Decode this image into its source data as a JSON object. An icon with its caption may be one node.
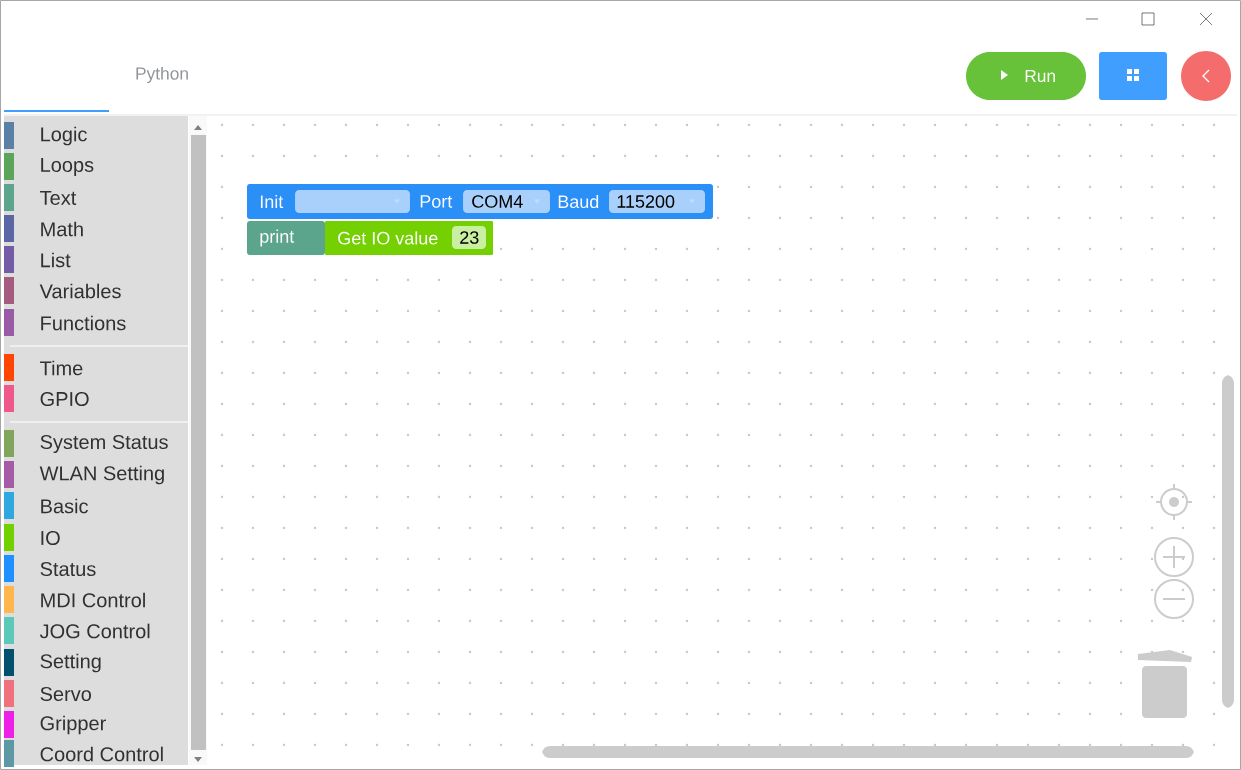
{
  "diagram": {
    "nodes": [
      {
        "text": [
          "Init",
          "Port",
          "Baud"
        ]
      },
      {
        "text": [],
        "shape": "box",
        "in": 0
      },
      {
        "text": [
          "COM4"
        ],
        "in": 0
      },
      {
        "text": [
          "115200"
        ],
        "in": 0
      },
      {
        "text": [
          "print"
        ]
      },
      {
        "text": [
          "Get IO value"
        ]
      },
      {
        "text": [
          "23"
        ],
        "in": 5
      },
      {
        "text": [
          "Run"
        ]
      },
      {
        "text": [],
        "shape": "box"
      },
      {
        "text": [],
        "shape": "circle"
      }
    ],
    "labels": [
      "Python"
    ],
    "legend": [
      {
        "text": "Logic",
        "color": "#5b80a5"
      },
      {
        "text": "Loops",
        "color": "#5ba55b"
      },
      {
        "text": "Text",
        "color": "#5ba58c"
      },
      {
        "text": "Math",
        "color": "#5b67a5"
      },
      {
        "text": "List",
        "color": "#745ba5"
      },
      {
        "text": "Variables",
        "color": "#a55b80"
      },
      {
        "text": "Functions",
        "color": "#995ba5"
      },
      {
        "text": "Time",
        "color": "#ff4500"
      },
      {
        "text": "GPIO",
        "color": "#f0588c"
      },
      {
        "text": "System Status",
        "color": "#80a55b"
      },
      {
        "text": "WLAN Setting",
        "color": "#a55ba5"
      },
      {
        "text": "Basic",
        "color": "#2fa8e0"
      },
      {
        "text": "IO",
        "color": "#70d000"
      },
      {
        "text": "Status",
        "color": "#1e90ff"
      },
      {
        "text": "MDI Control",
        "color": "#ffb74d"
      },
      {
        "text": "JOG Control",
        "color": "#5bc8b8"
      },
      {
        "text": "Setting",
        "color": "#00506e"
      },
      {
        "text": "Servo",
        "color": "#f0707e"
      },
      {
        "text": "Gripper",
        "color": "#ee1fe6"
      },
      {
        "text": "Coord Control",
        "color": "#5b99a5"
      }
    ]
  }
}
